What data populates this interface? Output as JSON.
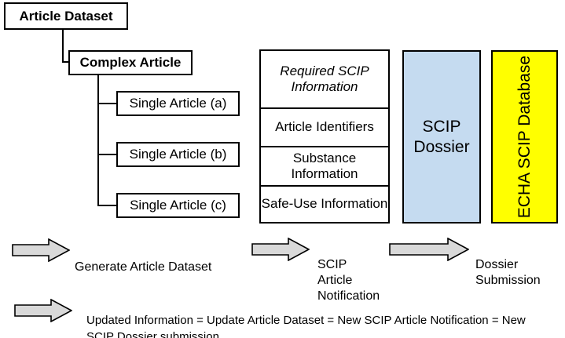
{
  "diagram": {
    "title_nodes": {
      "article_dataset": "Article Dataset",
      "complex_article": "Complex Article"
    },
    "single_articles": [
      "Single Article (a)",
      "Single Article (b)",
      "Single Article (c)"
    ],
    "scip_table": {
      "header": "Required SCIP Information",
      "rows": [
        "Article Identifiers",
        "Substance Information",
        "Safe-Use Information"
      ]
    },
    "dossier_box": "SCIP Dossier",
    "database_box": "ECHA SCIP Database",
    "flow_labels": {
      "generate": "Generate Article Dataset",
      "notification": "SCIP Article Notification",
      "submission": "Dossier Submission",
      "update": "Updated Information = Update Article Dataset = New SCIP Article Notification = New SCIP Dossier submission"
    },
    "colors": {
      "dossier_fill": "#c5dbf0",
      "database_fill": "#ffff00",
      "arrow_fill": "#d9d9d9",
      "stroke": "#000000",
      "box_fill": "#ffffff"
    }
  }
}
